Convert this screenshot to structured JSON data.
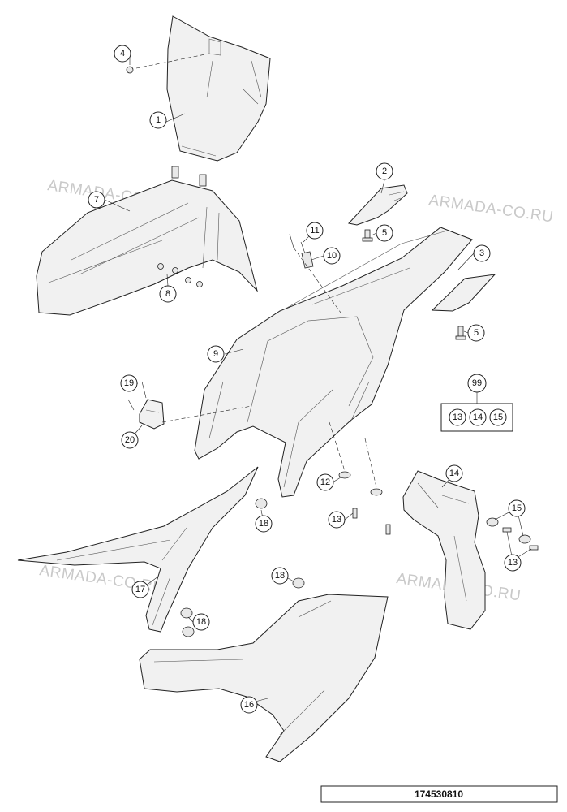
{
  "watermark": "ARMADA-CO.RU",
  "drawing_number": "174530810",
  "callouts": {
    "c1": "1",
    "c2": "2",
    "c3": "3",
    "c4": "4",
    "c5a": "5",
    "c5b": "5",
    "c7": "7",
    "c8": "8",
    "c9": "9",
    "c10": "10",
    "c11": "11",
    "c12": "12",
    "c13a": "13",
    "c13b": "13",
    "c14a": "14",
    "c15a": "15",
    "c16": "16",
    "c17": "17",
    "c18a": "18",
    "c18b": "18",
    "c18c": "18",
    "c19": "19",
    "c20": "20"
  },
  "kit": {
    "number": "99",
    "items": [
      "13",
      "14",
      "15"
    ]
  }
}
